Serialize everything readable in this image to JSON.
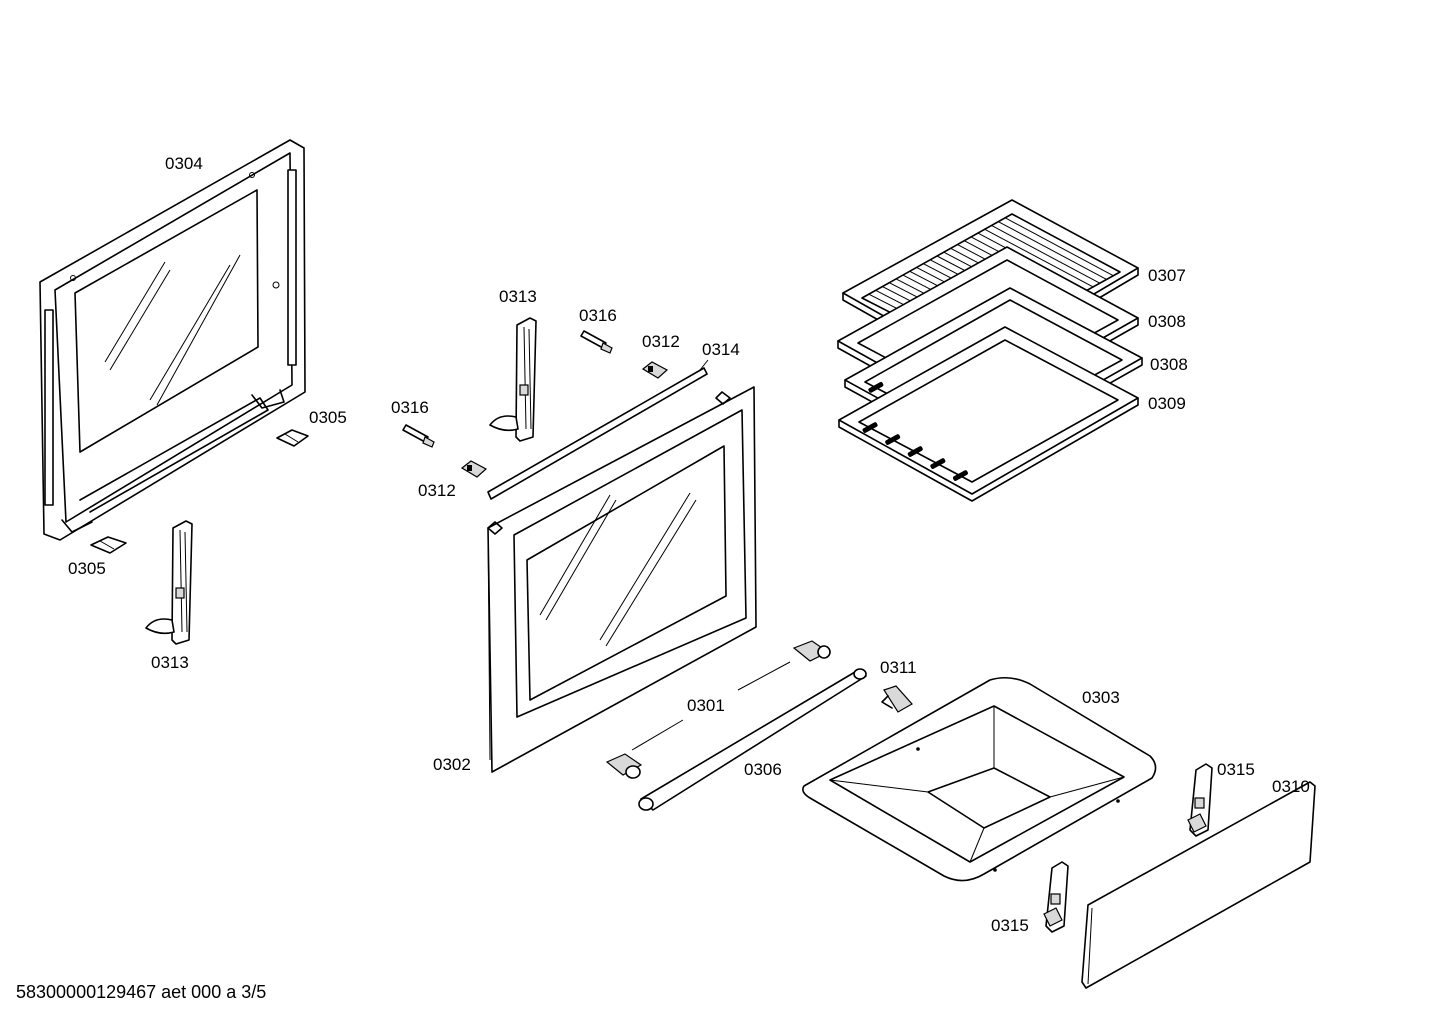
{
  "labels": {
    "p0304": "0304",
    "p0305a": "0305",
    "p0305b": "0305",
    "p0313a": "0313",
    "p0313b": "0313",
    "p0316a": "0316",
    "p0316b": "0316",
    "p0312a": "0312",
    "p0312b": "0312",
    "p0314": "0314",
    "p0302": "0302",
    "p0301": "0301",
    "p0306": "0306",
    "p0311": "0311",
    "p0303": "0303",
    "p0307": "0307",
    "p0308a": "0308",
    "p0308b": "0308",
    "p0309": "0309",
    "p0315a": "0315",
    "p0315b": "0315",
    "p0310": "0310"
  },
  "footer": "58300000129467 aet 000 a 3/5"
}
